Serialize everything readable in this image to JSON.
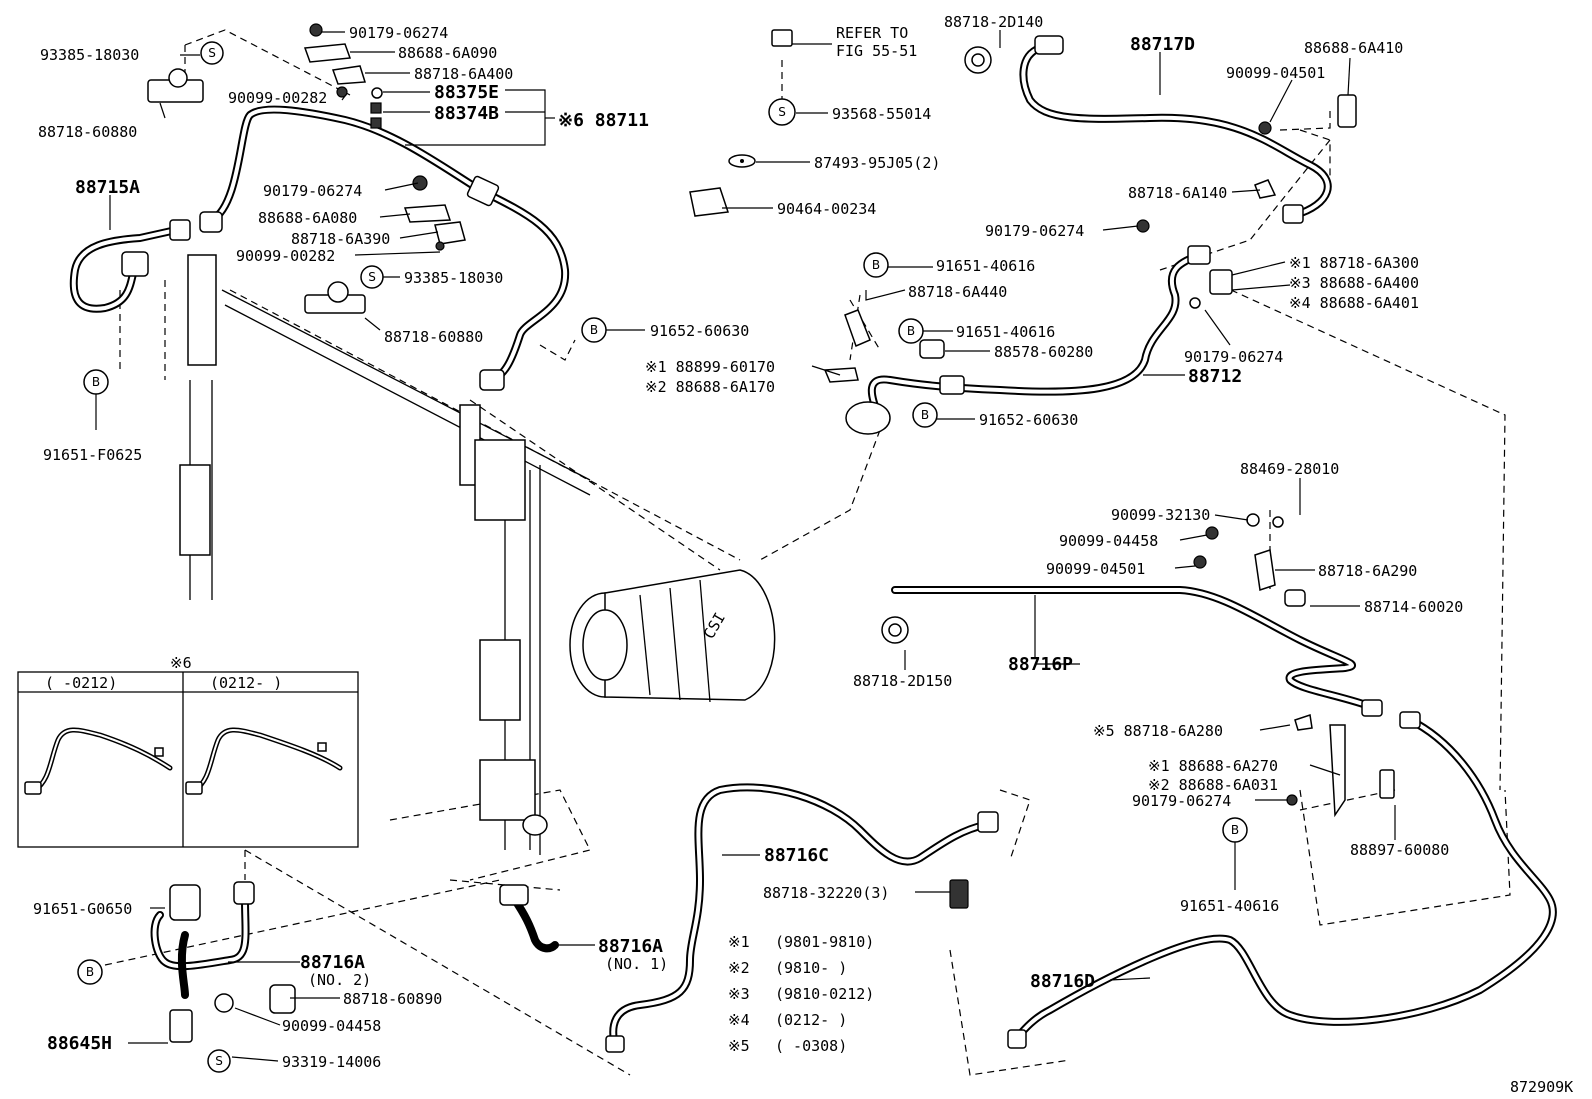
{
  "diagram_code": "872909K",
  "labels": {
    "l93385_18030_a": "93385-18030",
    "l90179_06274_a": "90179-06274",
    "l88688_6A090": "88688-6A090",
    "l88718_6A400": "88718-6A400",
    "l90099_00282_a": "90099-00282",
    "l88375E": "88375E",
    "l88374B": "88374B",
    "l88711": "※6 88711",
    "l88718_60880_a": "88718-60880",
    "l88715A": "88715A",
    "l90179_06274_b": "90179-06274",
    "l88688_6A080": "88688-6A080",
    "l88718_6A390": "88718-6A390",
    "l90099_00282_b": "90099-00282",
    "l93385_18030_b": "93385-18030",
    "l88718_60880_b": "88718-60880",
    "l91652_60630_a": "91652-60630",
    "l91651_F0625": "91651-F0625",
    "refer_line1": "REFER TO",
    "refer_line2": "FIG 55-51",
    "l93568_55014": "93568-55014",
    "l87493_95J05": "87493-95J05(2)",
    "l90464_00234": "90464-00234",
    "l88718_2D140": "88718-2D140",
    "l88717D": "88717D",
    "l88688_6A410": "88688-6A410",
    "l90099_04501_a": "90099-04501",
    "l88718_6A140": "88718-6A140",
    "l90179_06274_c": "90179-06274",
    "l91651_40616_a": "91651-40616",
    "l88718_6A440": "88718-6A440",
    "l91651_40616_b": "91651-40616",
    "l88578_60280": "88578-60280",
    "l88899_60170": "※1 88899-60170",
    "l88688_6A170": "※2 88688-6A170",
    "l88712": "88712",
    "l91652_60630_b": "91652-60630",
    "l88718_6A300": "※1 88718-6A300",
    "l88688_6A400": "※3 88688-6A400",
    "l88688_6A401": "※4 88688-6A401",
    "l90179_06274_d": "90179-06274",
    "l88469_28010": "88469-28010",
    "l90099_32130": "90099-32130",
    "l90099_04458_a": "90099-04458",
    "l90099_04501_b": "90099-04501",
    "l88718_6A290": "88718-6A290",
    "l88714_60020": "88714-60020",
    "l88716P": "88716P",
    "l88718_2D150": "88718-2D150",
    "l88718_6A280": "※5 88718-6A280",
    "l88688_6A270": "※1 88688-6A270",
    "l88688_6A031": "※2 88688-6A031",
    "l90179_06274_e": "90179-06274",
    "l88897_60080": "88897-60080",
    "l91651_40616_c": "91651-40616",
    "l88716D": "88716D",
    "l88716C": "88716C",
    "l88718_32220": "88718-32220(3)",
    "l88716A_no1": "88716A",
    "l88716A_no1_sub": "(NO. 1)",
    "l91651_G0650": "91651-G0650",
    "l88716A_no2": "88716A",
    "l88716A_no2_sub": "(NO. 2)",
    "l88718_60890": "88718-60890",
    "l90099_04458_b": "90099-04458",
    "l88645H": "88645H",
    "l93319_14006": "93319-14006"
  },
  "callout_letters": {
    "s": "S",
    "b": "B"
  },
  "inset": {
    "title": "※6",
    "left_range": "(    -0212)",
    "right_range": "(0212-    )"
  },
  "legend": [
    {
      "mark": "※1",
      "range": "(9801-9810)"
    },
    {
      "mark": "※2",
      "range": "(9810-    )"
    },
    {
      "mark": "※3",
      "range": "(9810-0212)"
    },
    {
      "mark": "※4",
      "range": "(0212-    )"
    },
    {
      "mark": "※5",
      "range": "(    -0308)"
    }
  ]
}
